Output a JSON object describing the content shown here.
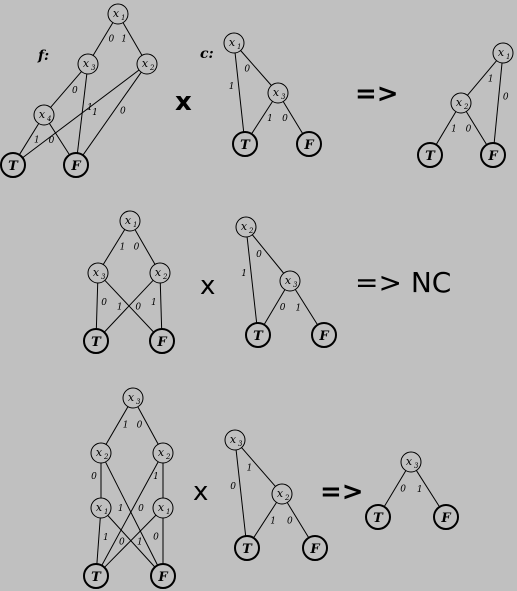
{
  "operator_times": "x",
  "arrow": "=>",
  "nc_label": "=> NC",
  "rows": [
    {
      "f_label": "f:",
      "c_label": "c:",
      "f": {
        "nodes": [
          {
            "id": "f1x1",
            "var": "x",
            "sub": "1"
          },
          {
            "id": "f1x3",
            "var": "x",
            "sub": "3"
          },
          {
            "id": "f1x2",
            "var": "x",
            "sub": "2"
          },
          {
            "id": "f1x4",
            "var": "x",
            "sub": "4"
          },
          {
            "id": "f1T",
            "term": "T"
          },
          {
            "id": "f1F",
            "term": "F"
          }
        ],
        "edges": [
          {
            "from": "f1x1",
            "to": "f1x3",
            "label": "0"
          },
          {
            "from": "f1x1",
            "to": "f1x2",
            "label": "1"
          },
          {
            "from": "f1x3",
            "to": "f1x4",
            "label": "0"
          },
          {
            "from": "f1x3",
            "to": "f1F",
            "label": "1"
          },
          {
            "from": "f1x2",
            "to": "f1T",
            "label": "1"
          },
          {
            "from": "f1x2",
            "to": "f1F",
            "label": "0"
          },
          {
            "from": "f1x4",
            "to": "f1T",
            "label": "1"
          },
          {
            "from": "f1x4",
            "to": "f1F",
            "label": "0"
          }
        ]
      },
      "c": {
        "nodes": [
          {
            "id": "c1x1",
            "var": "x",
            "sub": "1"
          },
          {
            "id": "c1x3",
            "var": "x",
            "sub": "3"
          },
          {
            "id": "c1T",
            "term": "T"
          },
          {
            "id": "c1F",
            "term": "F"
          }
        ],
        "edges": [
          {
            "from": "c1x1",
            "to": "c1x3",
            "label": "0"
          },
          {
            "from": "c1x1",
            "to": "c1T",
            "label": "1"
          },
          {
            "from": "c1x3",
            "to": "c1T",
            "label": "1"
          },
          {
            "from": "c1x3",
            "to": "c1F",
            "label": "0"
          }
        ]
      },
      "result": {
        "nodes": [
          {
            "id": "r1x1",
            "var": "x",
            "sub": "1"
          },
          {
            "id": "r1x2",
            "var": "x",
            "sub": "2"
          },
          {
            "id": "r1T",
            "term": "T"
          },
          {
            "id": "r1F",
            "term": "F"
          }
        ],
        "edges": [
          {
            "from": "r1x1",
            "to": "r1x2",
            "label": "1"
          },
          {
            "from": "r1x1",
            "to": "r1F",
            "label": "0"
          },
          {
            "from": "r1x2",
            "to": "r1T",
            "label": "1"
          },
          {
            "from": "r1x2",
            "to": "r1F",
            "label": "0"
          }
        ]
      }
    },
    {
      "f": {
        "nodes": [
          {
            "id": "f2x1",
            "var": "x",
            "sub": "1"
          },
          {
            "id": "f2x3",
            "var": "x",
            "sub": "3"
          },
          {
            "id": "f2x2",
            "var": "x",
            "sub": "2"
          },
          {
            "id": "f2T",
            "term": "T"
          },
          {
            "id": "f2F",
            "term": "F"
          }
        ],
        "edges": [
          {
            "from": "f2x1",
            "to": "f2x3",
            "label": "1"
          },
          {
            "from": "f2x1",
            "to": "f2x2",
            "label": "0"
          },
          {
            "from": "f2x3",
            "to": "f2T",
            "label": "0"
          },
          {
            "from": "f2x3",
            "to": "f2F",
            "label": "1"
          },
          {
            "from": "f2x2",
            "to": "f2T",
            "label": "0"
          },
          {
            "from": "f2x2",
            "to": "f2F",
            "label": "1"
          }
        ]
      },
      "c": {
        "nodes": [
          {
            "id": "c2x2",
            "var": "x",
            "sub": "2"
          },
          {
            "id": "c2x3",
            "var": "x",
            "sub": "3"
          },
          {
            "id": "c2T",
            "term": "T"
          },
          {
            "id": "c2F",
            "term": "F"
          }
        ],
        "edges": [
          {
            "from": "c2x2",
            "to": "c2x3",
            "label": "0"
          },
          {
            "from": "c2x2",
            "to": "c2T",
            "label": "1"
          },
          {
            "from": "c2x3",
            "to": "c2T",
            "label": "0"
          },
          {
            "from": "c2x3",
            "to": "c2F",
            "label": "1"
          }
        ]
      }
    },
    {
      "f": {
        "nodes": [
          {
            "id": "f3x3",
            "var": "x",
            "sub": "3"
          },
          {
            "id": "f3x2a",
            "var": "x",
            "sub": "2"
          },
          {
            "id": "f3x2b",
            "var": "x",
            "sub": "2"
          },
          {
            "id": "f3x1a",
            "var": "x",
            "sub": "1"
          },
          {
            "id": "f3x1b",
            "var": "x",
            "sub": "1"
          },
          {
            "id": "f3T",
            "term": "T"
          },
          {
            "id": "f3F",
            "term": "F"
          }
        ],
        "edges": [
          {
            "from": "f3x3",
            "to": "f3x2a",
            "label": "1"
          },
          {
            "from": "f3x3",
            "to": "f3x2b",
            "label": "0"
          },
          {
            "from": "f3x2a",
            "to": "f3x1a",
            "label": "0"
          },
          {
            "from": "f3x2a",
            "to": "f3F",
            "label": "1"
          },
          {
            "from": "f3x2b",
            "to": "f3x1b",
            "label": "1"
          },
          {
            "from": "f3x2b",
            "to": "f3T",
            "label": "0"
          },
          {
            "from": "f3x1a",
            "to": "f3T",
            "label": "1"
          },
          {
            "from": "f3x1a",
            "to": "f3F",
            "label": "0"
          },
          {
            "from": "f3x1b",
            "to": "f3T",
            "label": "1"
          },
          {
            "from": "f3x1b",
            "to": "f3F",
            "label": "0"
          }
        ]
      },
      "c": {
        "nodes": [
          {
            "id": "c3x3",
            "var": "x",
            "sub": "3"
          },
          {
            "id": "c3x2",
            "var": "x",
            "sub": "2"
          },
          {
            "id": "c3T",
            "term": "T"
          },
          {
            "id": "c3F",
            "term": "F"
          }
        ],
        "edges": [
          {
            "from": "c3x3",
            "to": "c3x2",
            "label": "1"
          },
          {
            "from": "c3x3",
            "to": "c3T",
            "label": "0"
          },
          {
            "from": "c3x2",
            "to": "c3T",
            "label": "1"
          },
          {
            "from": "c3x2",
            "to": "c3F",
            "label": "0"
          }
        ]
      },
      "result": {
        "nodes": [
          {
            "id": "r3x3",
            "var": "x",
            "sub": "3"
          },
          {
            "id": "r3T",
            "term": "T"
          },
          {
            "id": "r3F",
            "term": "F"
          }
        ],
        "edges": [
          {
            "from": "r3x3",
            "to": "r3T",
            "label": "0"
          },
          {
            "from": "r3x3",
            "to": "r3F",
            "label": "1"
          }
        ]
      }
    }
  ]
}
